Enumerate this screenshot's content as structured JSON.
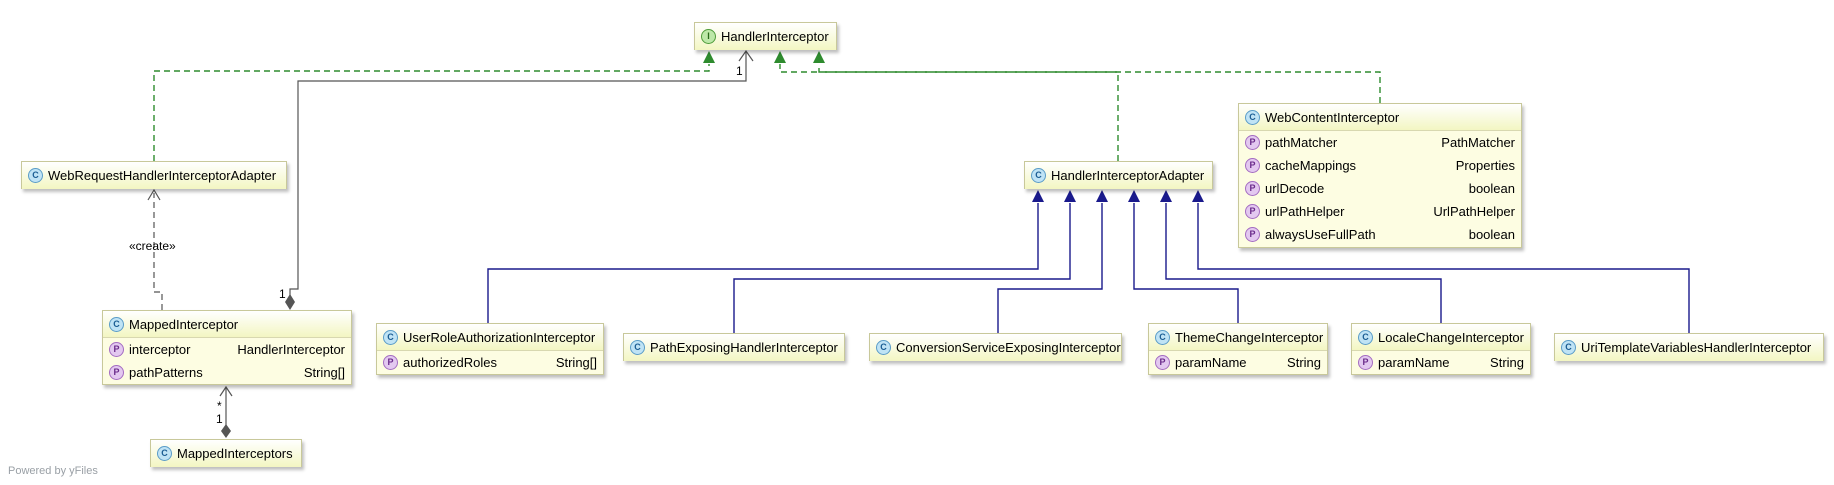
{
  "colors": {
    "realization": "#2e8b2e",
    "inheritance": "#1a1a8c",
    "association": "#555555",
    "node_fill": "#fdfde2"
  },
  "nodes": {
    "handler_interceptor": {
      "name": "HandlerInterceptor",
      "kind": "interface",
      "icon": "I"
    },
    "web_request_adapter": {
      "name": "WebRequestHandlerInterceptorAdapter",
      "kind": "class",
      "icon": "C"
    },
    "handler_interceptor_adapter": {
      "name": "HandlerInterceptorAdapter",
      "kind": "abstract-class",
      "icon": "C"
    },
    "web_content_interceptor": {
      "name": "WebContentInterceptor",
      "kind": "class",
      "icon": "C",
      "fields": [
        {
          "name": "pathMatcher",
          "type": "PathMatcher",
          "icon": "P"
        },
        {
          "name": "cacheMappings",
          "type": "Properties",
          "icon": "P"
        },
        {
          "name": "urlDecode",
          "type": "boolean",
          "icon": "P"
        },
        {
          "name": "urlPathHelper",
          "type": "UrlPathHelper",
          "icon": "P"
        },
        {
          "name": "alwaysUseFullPath",
          "type": "boolean",
          "icon": "P"
        }
      ]
    },
    "mapped_interceptor": {
      "name": "MappedInterceptor",
      "kind": "final-class",
      "icon": "C",
      "fields": [
        {
          "name": "interceptor",
          "type": "HandlerInterceptor",
          "icon": "P"
        },
        {
          "name": "pathPatterns",
          "type": "String[]",
          "icon": "P"
        }
      ]
    },
    "mapped_interceptors": {
      "name": "MappedInterceptors",
      "kind": "class",
      "icon": "C"
    },
    "user_role_interceptor": {
      "name": "UserRoleAuthorizationInterceptor",
      "kind": "class",
      "icon": "C",
      "fields": [
        {
          "name": "authorizedRoles",
          "type": "String[]",
          "icon": "P"
        }
      ]
    },
    "path_exposing_interceptor": {
      "name": "PathExposingHandlerInterceptor",
      "kind": "class",
      "icon": "C"
    },
    "conversion_service_interceptor": {
      "name": "ConversionServiceExposingInterceptor",
      "kind": "class",
      "icon": "C"
    },
    "theme_change_interceptor": {
      "name": "ThemeChangeInterceptor",
      "kind": "class",
      "icon": "C",
      "fields": [
        {
          "name": "paramName",
          "type": "String",
          "icon": "P"
        }
      ]
    },
    "locale_change_interceptor": {
      "name": "LocaleChangeInterceptor",
      "kind": "class",
      "icon": "C",
      "fields": [
        {
          "name": "paramName",
          "type": "String",
          "icon": "P"
        }
      ]
    },
    "uri_template_interceptor": {
      "name": "UriTemplateVariablesHandlerInterceptor",
      "kind": "class",
      "icon": "C"
    }
  },
  "edge_labels": {
    "create": "«create»",
    "mult_top": "1",
    "mult_mapped": "1",
    "mult_star": "*",
    "mult_one": "1"
  },
  "footer": {
    "powered_by": "Powered by yFiles"
  }
}
